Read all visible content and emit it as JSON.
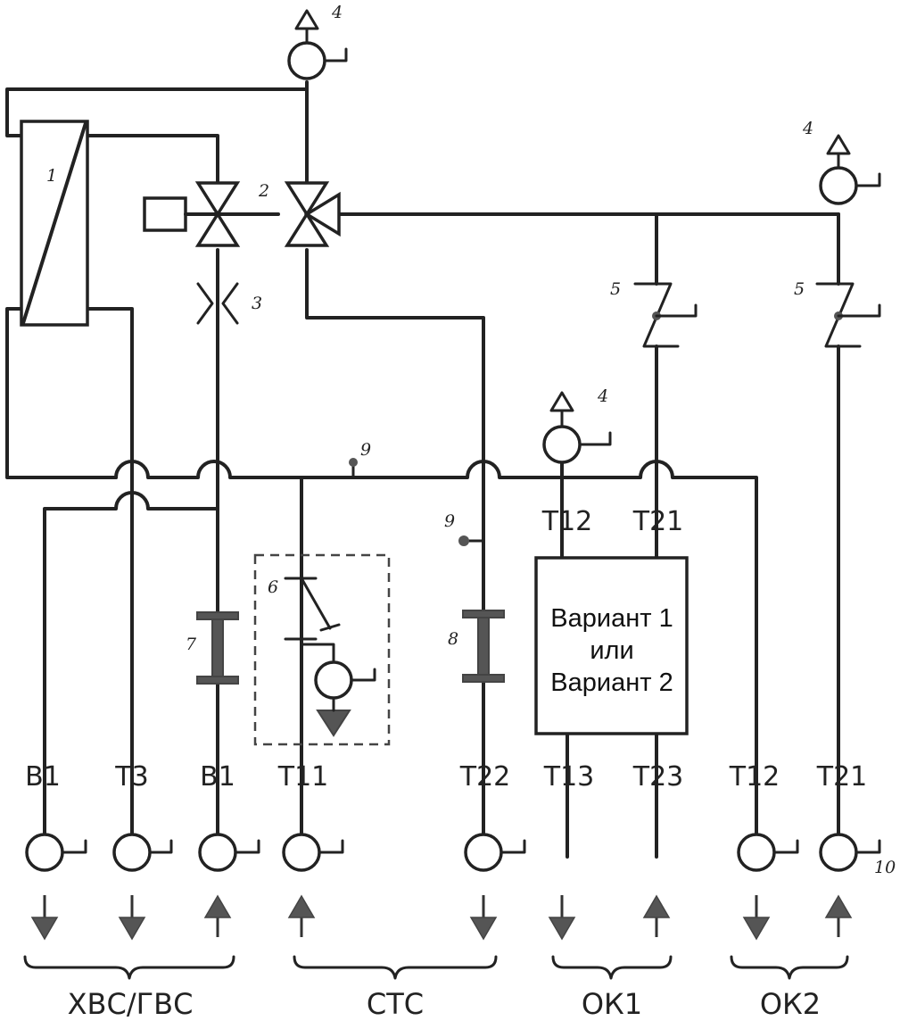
{
  "callouts": {
    "n1": "1",
    "n2": "2",
    "n3": "3",
    "n4a": "4",
    "n4b": "4",
    "n4c": "4",
    "n5a": "5",
    "n5b": "5",
    "n6": "6",
    "n7": "7",
    "n8": "8",
    "n9a": "9",
    "n9b": "9",
    "n10": "10"
  },
  "ports": {
    "v1_left": "В1",
    "t3": "Т3",
    "v1_mid": "В1",
    "t11": "Т11",
    "t22": "Т22",
    "t13": "Т13",
    "t23": "Т23",
    "t12_ok2": "Т12",
    "t21_ok2": "Т21",
    "t12_box": "Т12",
    "t21_box": "Т21"
  },
  "variant_box": {
    "line1": "Вариант 1",
    "line2": "или",
    "line3": "Вариант 2"
  },
  "groups": {
    "hvs_gvs": "ХВС/ГВС",
    "sts": "СТС",
    "ok1": "ОК1",
    "ok2": "ОК2"
  },
  "flow_directions": [
    "down",
    "down",
    "up",
    "up",
    "down",
    "down",
    "up",
    "down",
    "up"
  ],
  "colors": {
    "line": "#222222",
    "marker": "#555555"
  }
}
